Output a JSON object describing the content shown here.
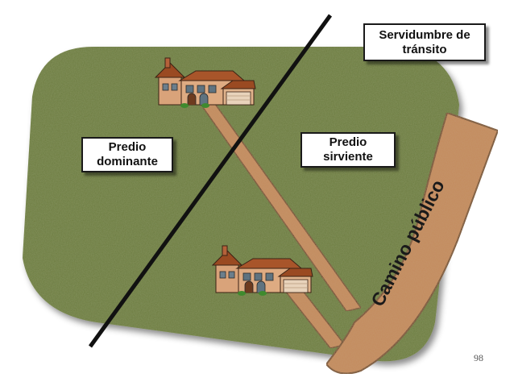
{
  "title_box": {
    "text": "Servidumbre de\ntránsito"
  },
  "labels": {
    "dominante": "Predio\ndominante",
    "sirviente": "Predio\nsirviente"
  },
  "road_label": "Camino público",
  "page_number": "98",
  "colors": {
    "field": "#6b7a3c",
    "field_dark": "#4c5a2a",
    "path": "#c48a5c",
    "path_border": "#5a3a22",
    "divider": "#111111",
    "house_wall": "#d9a37a",
    "house_roof": "#9a4a22",
    "road_text": "#1a1a1a"
  },
  "icons": [
    "house-icon-top",
    "house-icon-bottom"
  ]
}
